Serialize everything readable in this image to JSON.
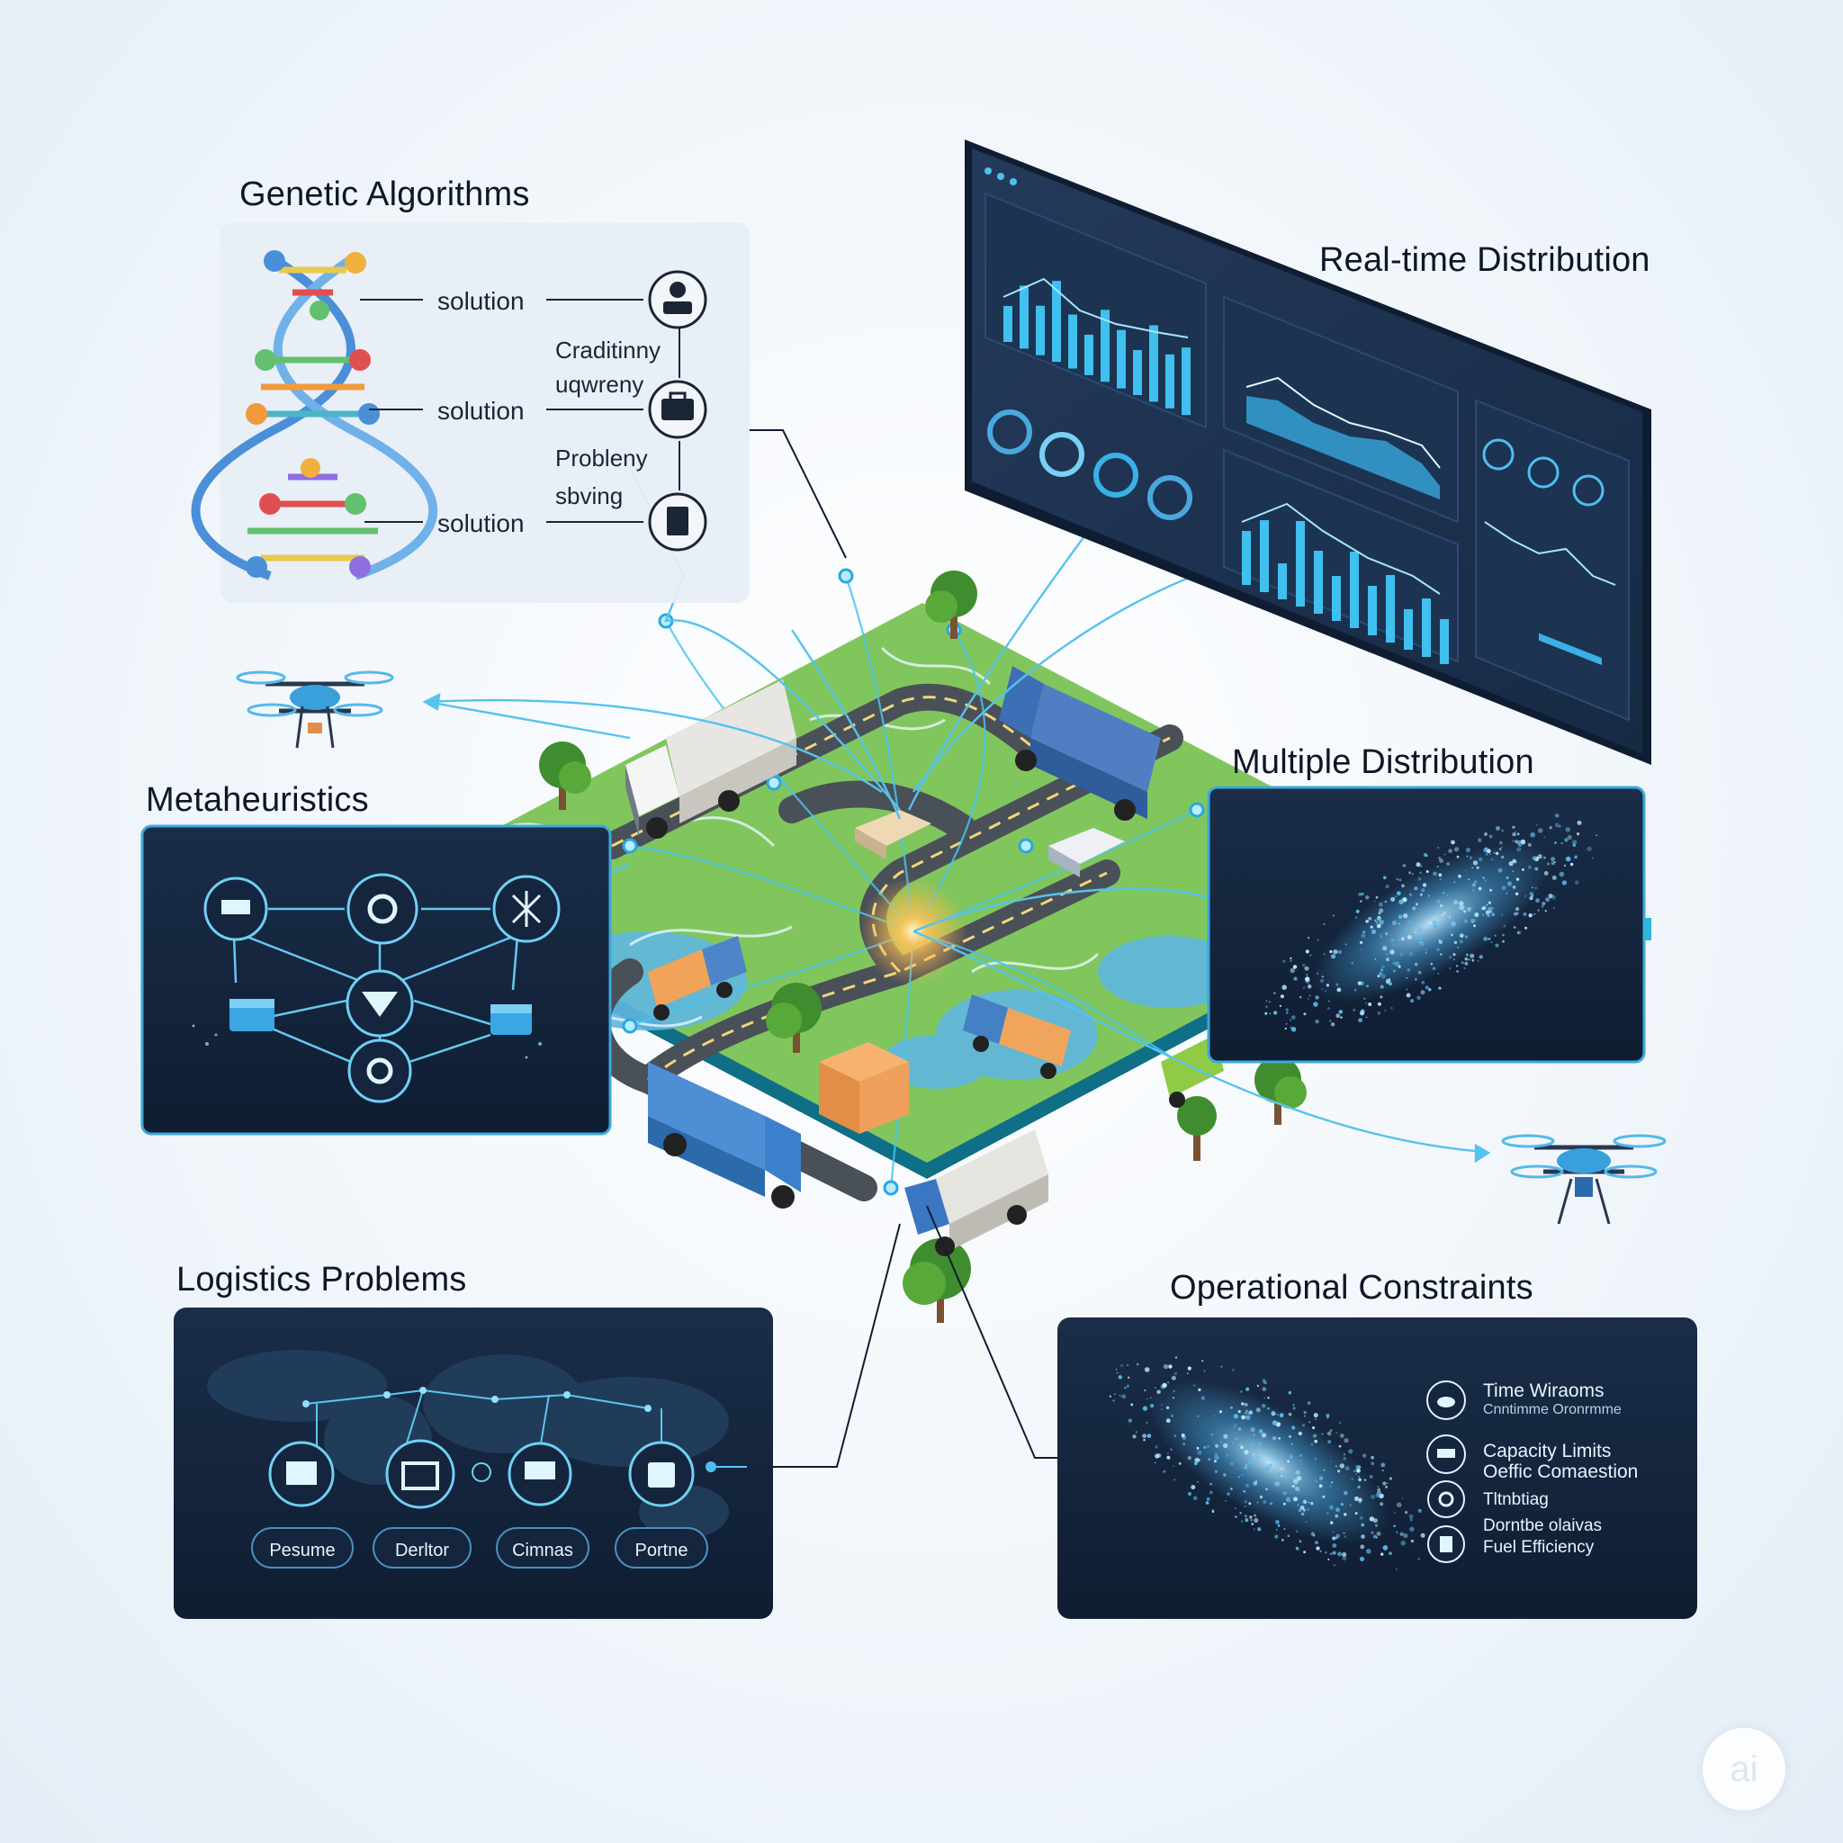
{
  "panels": {
    "genetic": {
      "title": "Genetic Algorithms",
      "rows": [
        {
          "label": "solution",
          "icon": "person-icon"
        },
        {
          "label": "solution",
          "icon": "toolbox-icon"
        },
        {
          "label": "solution",
          "icon": "document-icon"
        }
      ],
      "between": [
        {
          "line1": "Craditinny",
          "line2": "uqwreny"
        },
        {
          "line1": "Probleny",
          "line2": "sbving"
        }
      ]
    },
    "realtime": {
      "title": "Real-time Distribution"
    },
    "metaheuristics": {
      "title": "Metaheuristics",
      "nodes": [
        "truck-node-icon",
        "gear-node-icon",
        "network-node-icon",
        "funnel-node-icon",
        "cube-node-icon",
        "cube-node-icon",
        "gear-node-icon"
      ]
    },
    "multiple": {
      "title": "Multiple Distribution"
    },
    "logistics": {
      "title": "Logistics Problems",
      "buttons": [
        "Pesume",
        "Derltor",
        "Cimnas",
        "Portne"
      ]
    },
    "operational": {
      "title": "Operational Constraints",
      "items": [
        {
          "line1": "Time Wiraoms",
          "line2": "Cnntimme Oronrmme",
          "icon": "cloud-icon"
        },
        {
          "line1": "Capacity Limits",
          "line2": "Oeffic Comaestion",
          "icon": "truck-icon"
        },
        {
          "line1": "Tltnbtiag",
          "line2": "",
          "icon": "gear-icon"
        },
        {
          "line1": "Dorntbe olaivas",
          "line2": "Fuel Efficiency",
          "icon": "fuel-icon"
        }
      ]
    }
  },
  "watermark": "ai",
  "colors": {
    "navy": "#14253d",
    "accent": "#39b6e6",
    "grass": "#7cc35a",
    "water": "#5fb6e0"
  }
}
